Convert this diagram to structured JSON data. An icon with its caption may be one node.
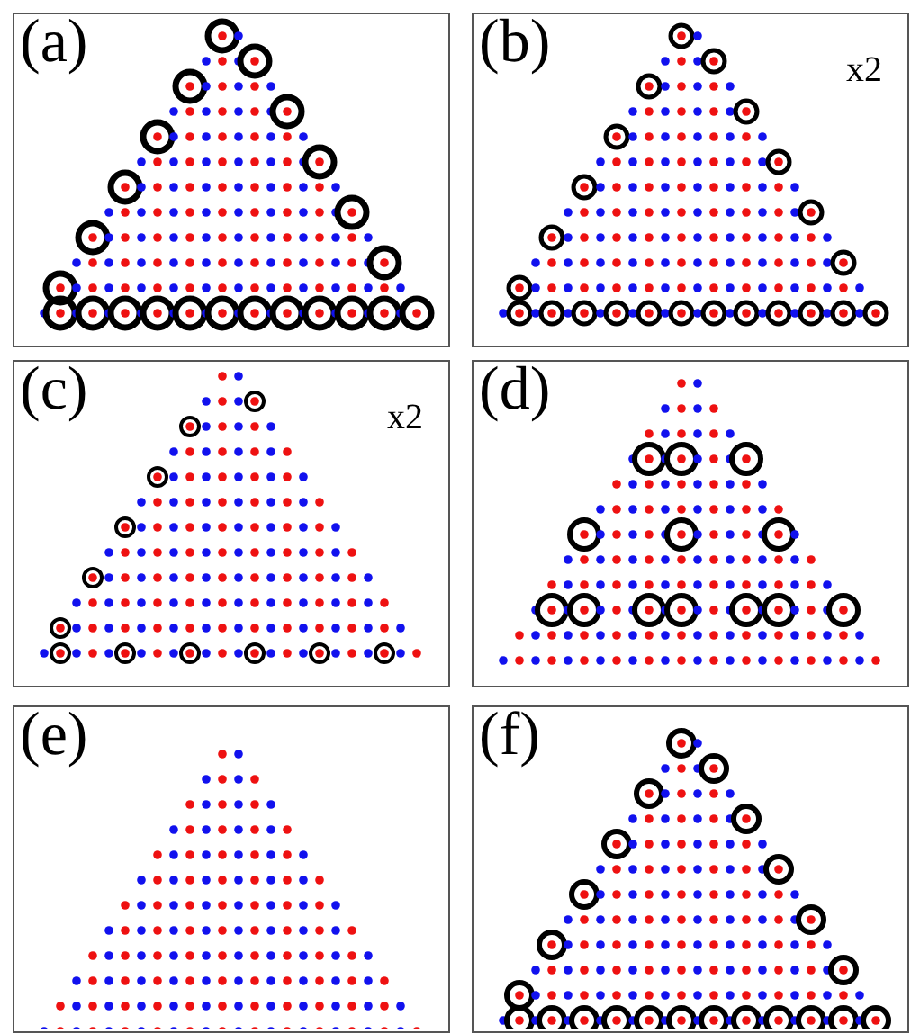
{
  "diagram": {
    "labels": [
      "(a)",
      "(b)",
      "x2",
      "(c)",
      "x2",
      "(d)",
      "(e)",
      "(f)"
    ]
  }
}
